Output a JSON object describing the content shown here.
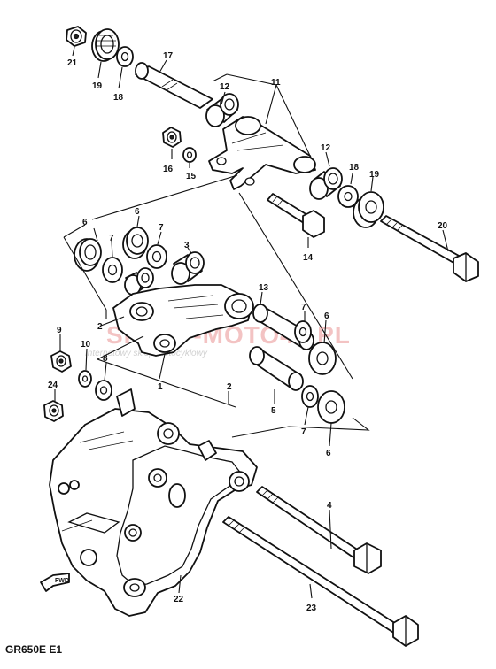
{
  "diagram_code": "GR650E E1",
  "watermark": {
    "text": "SKLEP-MOTO46.PL",
    "subtext": "Internetowy sklep motocyklowy",
    "color": "#d63939"
  },
  "fwd_label": "FWD",
  "part_labels": [
    {
      "id": "l21",
      "text": "21"
    },
    {
      "id": "l19a",
      "text": "19"
    },
    {
      "id": "l18a",
      "text": "18"
    },
    {
      "id": "l17",
      "text": "17"
    },
    {
      "id": "l12a",
      "text": "12"
    },
    {
      "id": "l11",
      "text": "11"
    },
    {
      "id": "l12b",
      "text": "12"
    },
    {
      "id": "l16",
      "text": "16"
    },
    {
      "id": "l15",
      "text": "15"
    },
    {
      "id": "l18b",
      "text": "18"
    },
    {
      "id": "l19b",
      "text": "19"
    },
    {
      "id": "l20",
      "text": "20"
    },
    {
      "id": "l14",
      "text": "14"
    },
    {
      "id": "l6a",
      "text": "6"
    },
    {
      "id": "l6b",
      "text": "6"
    },
    {
      "id": "l7a",
      "text": "7"
    },
    {
      "id": "l7b",
      "text": "7"
    },
    {
      "id": "l3",
      "text": "3"
    },
    {
      "id": "l2a",
      "text": "2"
    },
    {
      "id": "l1",
      "text": "1"
    },
    {
      "id": "l13",
      "text": "13"
    },
    {
      "id": "l7c",
      "text": "7"
    },
    {
      "id": "l6c",
      "text": "6"
    },
    {
      "id": "l9",
      "text": "9"
    },
    {
      "id": "l10",
      "text": "10"
    },
    {
      "id": "l8",
      "text": "8"
    },
    {
      "id": "l24",
      "text": "24"
    },
    {
      "id": "l2b",
      "text": "2"
    },
    {
      "id": "l5",
      "text": "5"
    },
    {
      "id": "l7d",
      "text": "7"
    },
    {
      "id": "l6d",
      "text": "6"
    },
    {
      "id": "l4",
      "text": "4"
    },
    {
      "id": "l22",
      "text": "22"
    },
    {
      "id": "l23",
      "text": "23"
    }
  ]
}
